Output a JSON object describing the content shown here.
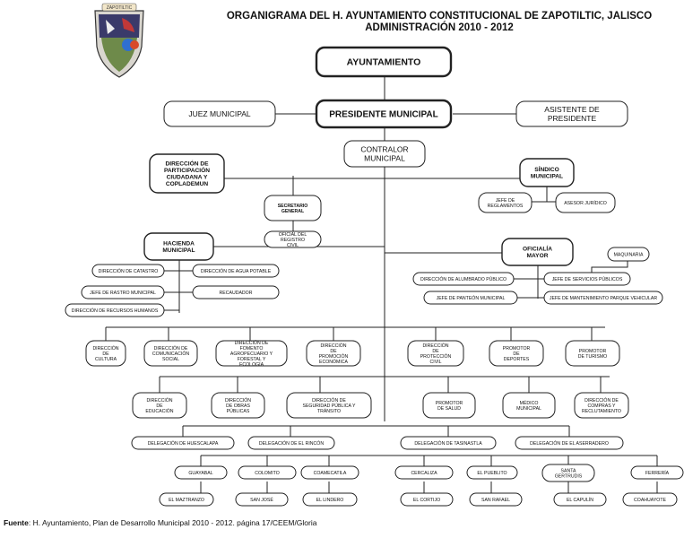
{
  "title_line1": "ORGANIGRAMA DEL H. AYUNTAMIENTO CONSTITUCIONAL DE ZAPOTILTIC, JALISCO",
  "title_line2": "ADMINISTRACIÓN 2010 - 2012",
  "source_label": "Fuente",
  "source_text": ": H. Ayuntamiento, Plan de Desarrollo Municipal 2010 - 2012. página 17/CEEM/Gloria",
  "logo_text": "ZAPOTILTIC",
  "nodes": {
    "ayuntamiento": "AYUNTAMIENTO",
    "presidente": "PRESIDENTE MUNICIPAL",
    "juez": "JUEZ MUNICIPAL",
    "asistente": "ASISTENTE DE PRESIDENTE",
    "contralor": "CONTRALOR MUNICIPAL",
    "participacion": "DIRECCIÓN DE PARTICIPACIÓN CIUDADANA Y COPLADEMUN",
    "sindico": "SÍNDICO MUNICIPAL",
    "jefe_reglamentos": "JEFE DE REGLAMENTOS",
    "asesor_juridico": "ASESOR JURÍDICO",
    "secretario": "SECRETARIO GENERAL",
    "oficial_registro": "OFICIAL DEL REGISTRO CIVIL",
    "hacienda": "HACIENDA MUNICIPAL",
    "oficialia": "OFICIALÍA MAYOR",
    "maquinaria": "MAQUINARIA",
    "dir_catastro": "DIRECCIÓN DE CATASTRO",
    "dir_agua": "DIRECCIÓN DE AGUA POTABLE",
    "jefe_rastro": "JEFE DE RASTRO MUNICIPAL",
    "recaudador": "RECAUDADOR",
    "dir_rh": "DIRECCIÓN DE RECURSOS HUMANOS",
    "dir_alumbrado": "DIRECCIÓN DE ALUMBRADO PÚBLICO",
    "jefe_servicios": "JEFE DE SERVICIOS PÚBLICOS",
    "jefe_panteon": "JEFE DE PANTEÓN MUNICIPAL",
    "jefe_mantenimiento": "JEFE DE MANTENIMIENTO PARQUE VEHICULAR",
    "dir_cultura": "DIRECCIÓN DE CULTURA",
    "dir_comunicacion": "DIRECCIÓN DE COMUNICACIÓN SOCIAL",
    "dir_fomento": "DIRECCIÓN DE FOMENTO AGROPECUARIO Y FORESTAL Y ECOLOGÍA",
    "dir_promocion": "DIRECCIÓN DE PROMOCIÓN ECONÓMICA",
    "dir_proteccion": "DIRECCIÓN DE PROTECCIÓN CIVIL",
    "promotor_deportes": "PROMOTOR DE DEPORTES",
    "promotor_turismo": "PROMOTOR DE TURISMO",
    "dir_educacion": "DIRECCIÓN DE EDUCACIÓN",
    "dir_obras": "DIRECCIÓN DE OBRAS PÚBLICAS",
    "dir_seguridad": "DIRECCIÓN DE SEGURIDAD PÚBLICA Y TRÁNSITO",
    "promotor_salud": "PROMOTOR DE SALUD",
    "medico": "MÉDICO MUNICIPAL",
    "dir_compras": "DIRECCIÓN DE COMPRAS Y RECLUTAMIENTO",
    "del_huescalapa": "DELEGACIÓN DE HUESCALAPA",
    "del_rincon": "DELEGACIÓN DE EL RINCÓN",
    "del_tasinastla": "DELEGACIÓN DE TASINASTLA",
    "del_aserradero": "DELEGACIÓN DE EL ASERRADERO",
    "guayabal": "GUAYABAL",
    "colomito": "COLOMITO",
    "coamecatila": "COAMECATILA",
    "cercaliza": "CERCALIZA",
    "el_pueblito": "EL PUEBLITO",
    "santa_gertrudis": "SANTA GERTRUDIS",
    "ferreria": "FERRERÍA",
    "el_maztranzo": "EL MAZTRANZO",
    "san_jose": "SAN JOSÉ",
    "el_lindero": "EL LINDERO",
    "el_cortijo": "EL CORTIJO",
    "san_rafael": "SAN RAFAEL",
    "el_capulin": "EL CAPULÍN",
    "coahuayote": "COAHUAYOTE"
  }
}
